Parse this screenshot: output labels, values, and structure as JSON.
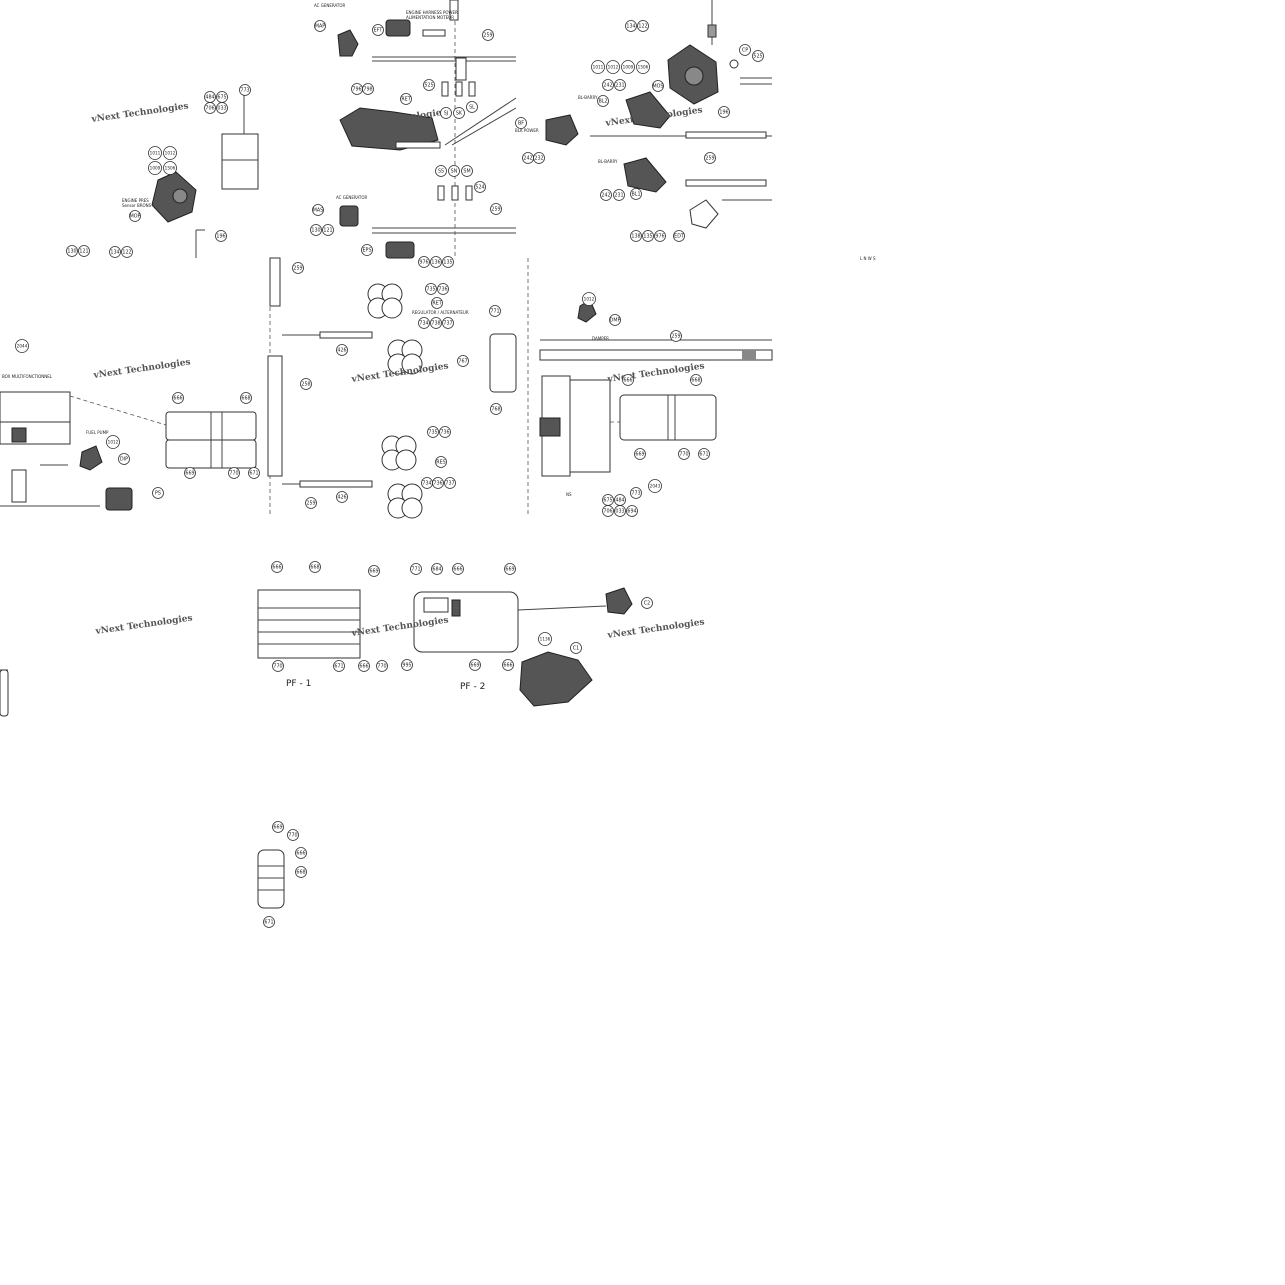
{
  "watermark": {
    "text": "vNext Technologies"
  },
  "callouts": [
    {
      "id": "c1",
      "label": "MAP"
    },
    {
      "id": "c2",
      "label": "EFT"
    },
    {
      "id": "c3",
      "label": "259"
    },
    {
      "id": "c4",
      "label": "134"
    },
    {
      "id": "c5",
      "label": "122"
    },
    {
      "id": "c6",
      "label": "CP"
    },
    {
      "id": "c7",
      "label": "525"
    },
    {
      "id": "c8",
      "label": "1011"
    },
    {
      "id": "c9",
      "label": "1012"
    },
    {
      "id": "c10",
      "label": "1009"
    },
    {
      "id": "c11",
      "label": "1506"
    },
    {
      "id": "c12",
      "label": "MOS"
    },
    {
      "id": "c13",
      "label": "242"
    },
    {
      "id": "c14",
      "label": "231"
    },
    {
      "id": "c15",
      "label": "BL2"
    },
    {
      "id": "c16",
      "label": "196"
    },
    {
      "id": "c17",
      "label": "484"
    },
    {
      "id": "c18",
      "label": "675"
    },
    {
      "id": "c19",
      "label": "706"
    },
    {
      "id": "c20",
      "label": "033"
    },
    {
      "id": "c21",
      "label": "773"
    },
    {
      "id": "c22",
      "label": "796"
    },
    {
      "id": "c23",
      "label": "798"
    },
    {
      "id": "c24",
      "label": "RET"
    },
    {
      "id": "c25",
      "label": "525"
    },
    {
      "id": "c26",
      "label": "SJ"
    },
    {
      "id": "c27",
      "label": "SK"
    },
    {
      "id": "c28",
      "label": "SL"
    },
    {
      "id": "c29",
      "label": "BF"
    },
    {
      "id": "c30",
      "label": "242"
    },
    {
      "id": "c31",
      "label": "232"
    },
    {
      "id": "c32",
      "label": "259"
    },
    {
      "id": "c33",
      "label": "242"
    },
    {
      "id": "c34",
      "label": "231"
    },
    {
      "id": "c35",
      "label": "BL1"
    },
    {
      "id": "c36",
      "label": "1011"
    },
    {
      "id": "c37",
      "label": "1012"
    },
    {
      "id": "c38",
      "label": "1009"
    },
    {
      "id": "c39",
      "label": "1506"
    },
    {
      "id": "c40",
      "label": "MOP"
    },
    {
      "id": "c41",
      "label": "196"
    },
    {
      "id": "c42",
      "label": "SS"
    },
    {
      "id": "c43",
      "label": "SN"
    },
    {
      "id": "c44",
      "label": "SM"
    },
    {
      "id": "c45",
      "label": "524"
    },
    {
      "id": "c46",
      "label": "MAS"
    },
    {
      "id": "c47",
      "label": "259"
    },
    {
      "id": "c48",
      "label": "130"
    },
    {
      "id": "c49",
      "label": "121"
    },
    {
      "id": "c50",
      "label": "EPS"
    },
    {
      "id": "c51",
      "label": "976"
    },
    {
      "id": "c52",
      "label": "136"
    },
    {
      "id": "c53",
      "label": "135"
    },
    {
      "id": "c54",
      "label": "138"
    },
    {
      "id": "c55",
      "label": "135"
    },
    {
      "id": "c56",
      "label": "976"
    },
    {
      "id": "c57",
      "label": "EDT"
    },
    {
      "id": "c58",
      "label": "130"
    },
    {
      "id": "c59",
      "label": "121"
    },
    {
      "id": "c60",
      "label": "134"
    },
    {
      "id": "c61",
      "label": "122"
    },
    {
      "id": "c62",
      "label": "259"
    },
    {
      "id": "c63",
      "label": "735"
    },
    {
      "id": "c64",
      "label": "736"
    },
    {
      "id": "c65",
      "label": "RET"
    },
    {
      "id": "c66",
      "label": "734"
    },
    {
      "id": "c67",
      "label": "738"
    },
    {
      "id": "c68",
      "label": "737"
    },
    {
      "id": "c69",
      "label": "426"
    },
    {
      "id": "c70",
      "label": "258"
    },
    {
      "id": "c71",
      "label": "2044"
    },
    {
      "id": "c72",
      "label": "666"
    },
    {
      "id": "c73",
      "label": "668"
    },
    {
      "id": "c74",
      "label": "669"
    },
    {
      "id": "c75",
      "label": "770"
    },
    {
      "id": "c76",
      "label": "671"
    },
    {
      "id": "c77",
      "label": "1012"
    },
    {
      "id": "c78",
      "label": "DIP"
    },
    {
      "id": "c79",
      "label": "PS"
    },
    {
      "id": "c80",
      "label": "735"
    },
    {
      "id": "c81",
      "label": "736"
    },
    {
      "id": "c82",
      "label": "RES"
    },
    {
      "id": "c83",
      "label": "734"
    },
    {
      "id": "c84",
      "label": "736"
    },
    {
      "id": "c85",
      "label": "737"
    },
    {
      "id": "c86",
      "label": "259"
    },
    {
      "id": "c87",
      "label": "426"
    },
    {
      "id": "c88",
      "label": "771"
    },
    {
      "id": "c89",
      "label": "767"
    },
    {
      "id": "c90",
      "label": "768"
    },
    {
      "id": "c91",
      "label": "1012"
    },
    {
      "id": "c92",
      "label": "DMP"
    },
    {
      "id": "c93",
      "label": "259"
    },
    {
      "id": "c94",
      "label": "666"
    },
    {
      "id": "c95",
      "label": "668"
    },
    {
      "id": "c96",
      "label": "669"
    },
    {
      "id": "c97",
      "label": "770"
    },
    {
      "id": "c98",
      "label": "671"
    },
    {
      "id": "c99",
      "label": "2043"
    },
    {
      "id": "c100",
      "label": "773"
    },
    {
      "id": "c101",
      "label": "675"
    },
    {
      "id": "c102",
      "label": "484"
    },
    {
      "id": "c103",
      "label": "706"
    },
    {
      "id": "c104",
      "label": "033"
    },
    {
      "id": "c105",
      "label": "694"
    },
    {
      "id": "c106",
      "label": "666"
    },
    {
      "id": "c107",
      "label": "668"
    },
    {
      "id": "c108",
      "label": "669"
    },
    {
      "id": "c109",
      "label": "770"
    },
    {
      "id": "c110",
      "label": "671"
    },
    {
      "id": "c111",
      "label": "666"
    },
    {
      "id": "c112",
      "label": "770"
    },
    {
      "id": "c113",
      "label": "771"
    },
    {
      "id": "c114",
      "label": "684"
    },
    {
      "id": "c115",
      "label": "666"
    },
    {
      "id": "c116",
      "label": "669"
    },
    {
      "id": "c117",
      "label": "995"
    },
    {
      "id": "c118",
      "label": "669"
    },
    {
      "id": "c119",
      "label": "666"
    },
    {
      "id": "c120",
      "label": "C2"
    },
    {
      "id": "c121",
      "label": "1136"
    },
    {
      "id": "c122",
      "label": "C1"
    },
    {
      "id": "c123",
      "label": "669"
    },
    {
      "id": "c124",
      "label": "770"
    },
    {
      "id": "c125",
      "label": "666"
    },
    {
      "id": "c126",
      "label": "668"
    },
    {
      "id": "c127",
      "label": "671"
    }
  ],
  "text_labels": {
    "pf1": "PF - 1",
    "pf2": "PF - 2",
    "note_top1": "AC GENERATOR",
    "note_top2": "ENGINE HARNESS POWER",
    "note_top3": "ALIMENTATION MOTEUR",
    "note_bl2": "BL-BARRY",
    "note_bl1": "BL-BARRY",
    "note_mop": "ENGINE PRES",
    "note_mop2": "Sensor BRONS",
    "note_mas": "AC GENERATOR",
    "note_bf": "BLK POWER",
    "note_2044": "BOX MULTIFONCTIONNEL",
    "note_fuel": "FUEL PUMP",
    "note_iso": "REGULATOR / ALTERNATEUR",
    "note_dmp": "DAMPER",
    "note_ws": "L N W S",
    "note_ns": "NS"
  }
}
